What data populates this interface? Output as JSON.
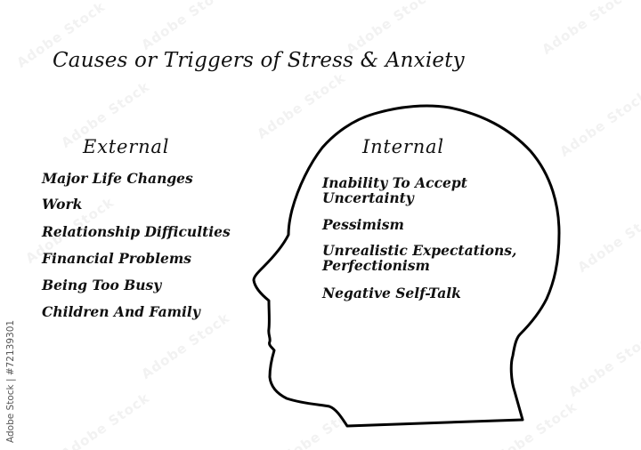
{
  "title": "Causes or Triggers of Stress & Anxiety",
  "external": {
    "heading": "External",
    "items": [
      "Major Life Changes",
      "Work",
      "Relationship Difficulties",
      "Financial Problems",
      "Being Too Busy",
      "Children And Family"
    ]
  },
  "internal": {
    "heading": "Internal",
    "items": [
      "Inability To Accept\nUncertainty",
      "Pessimism",
      "Unrealistic Expectations,\nPerfectionism",
      "Negative Self-Talk"
    ]
  },
  "head_outline": {
    "icon": "human-head-profile-icon",
    "stroke_color": "#000000",
    "fill_color": "#ffffff"
  },
  "credit": "Adobe Stock | #72139301",
  "watermark_text": "Adobe Stock"
}
